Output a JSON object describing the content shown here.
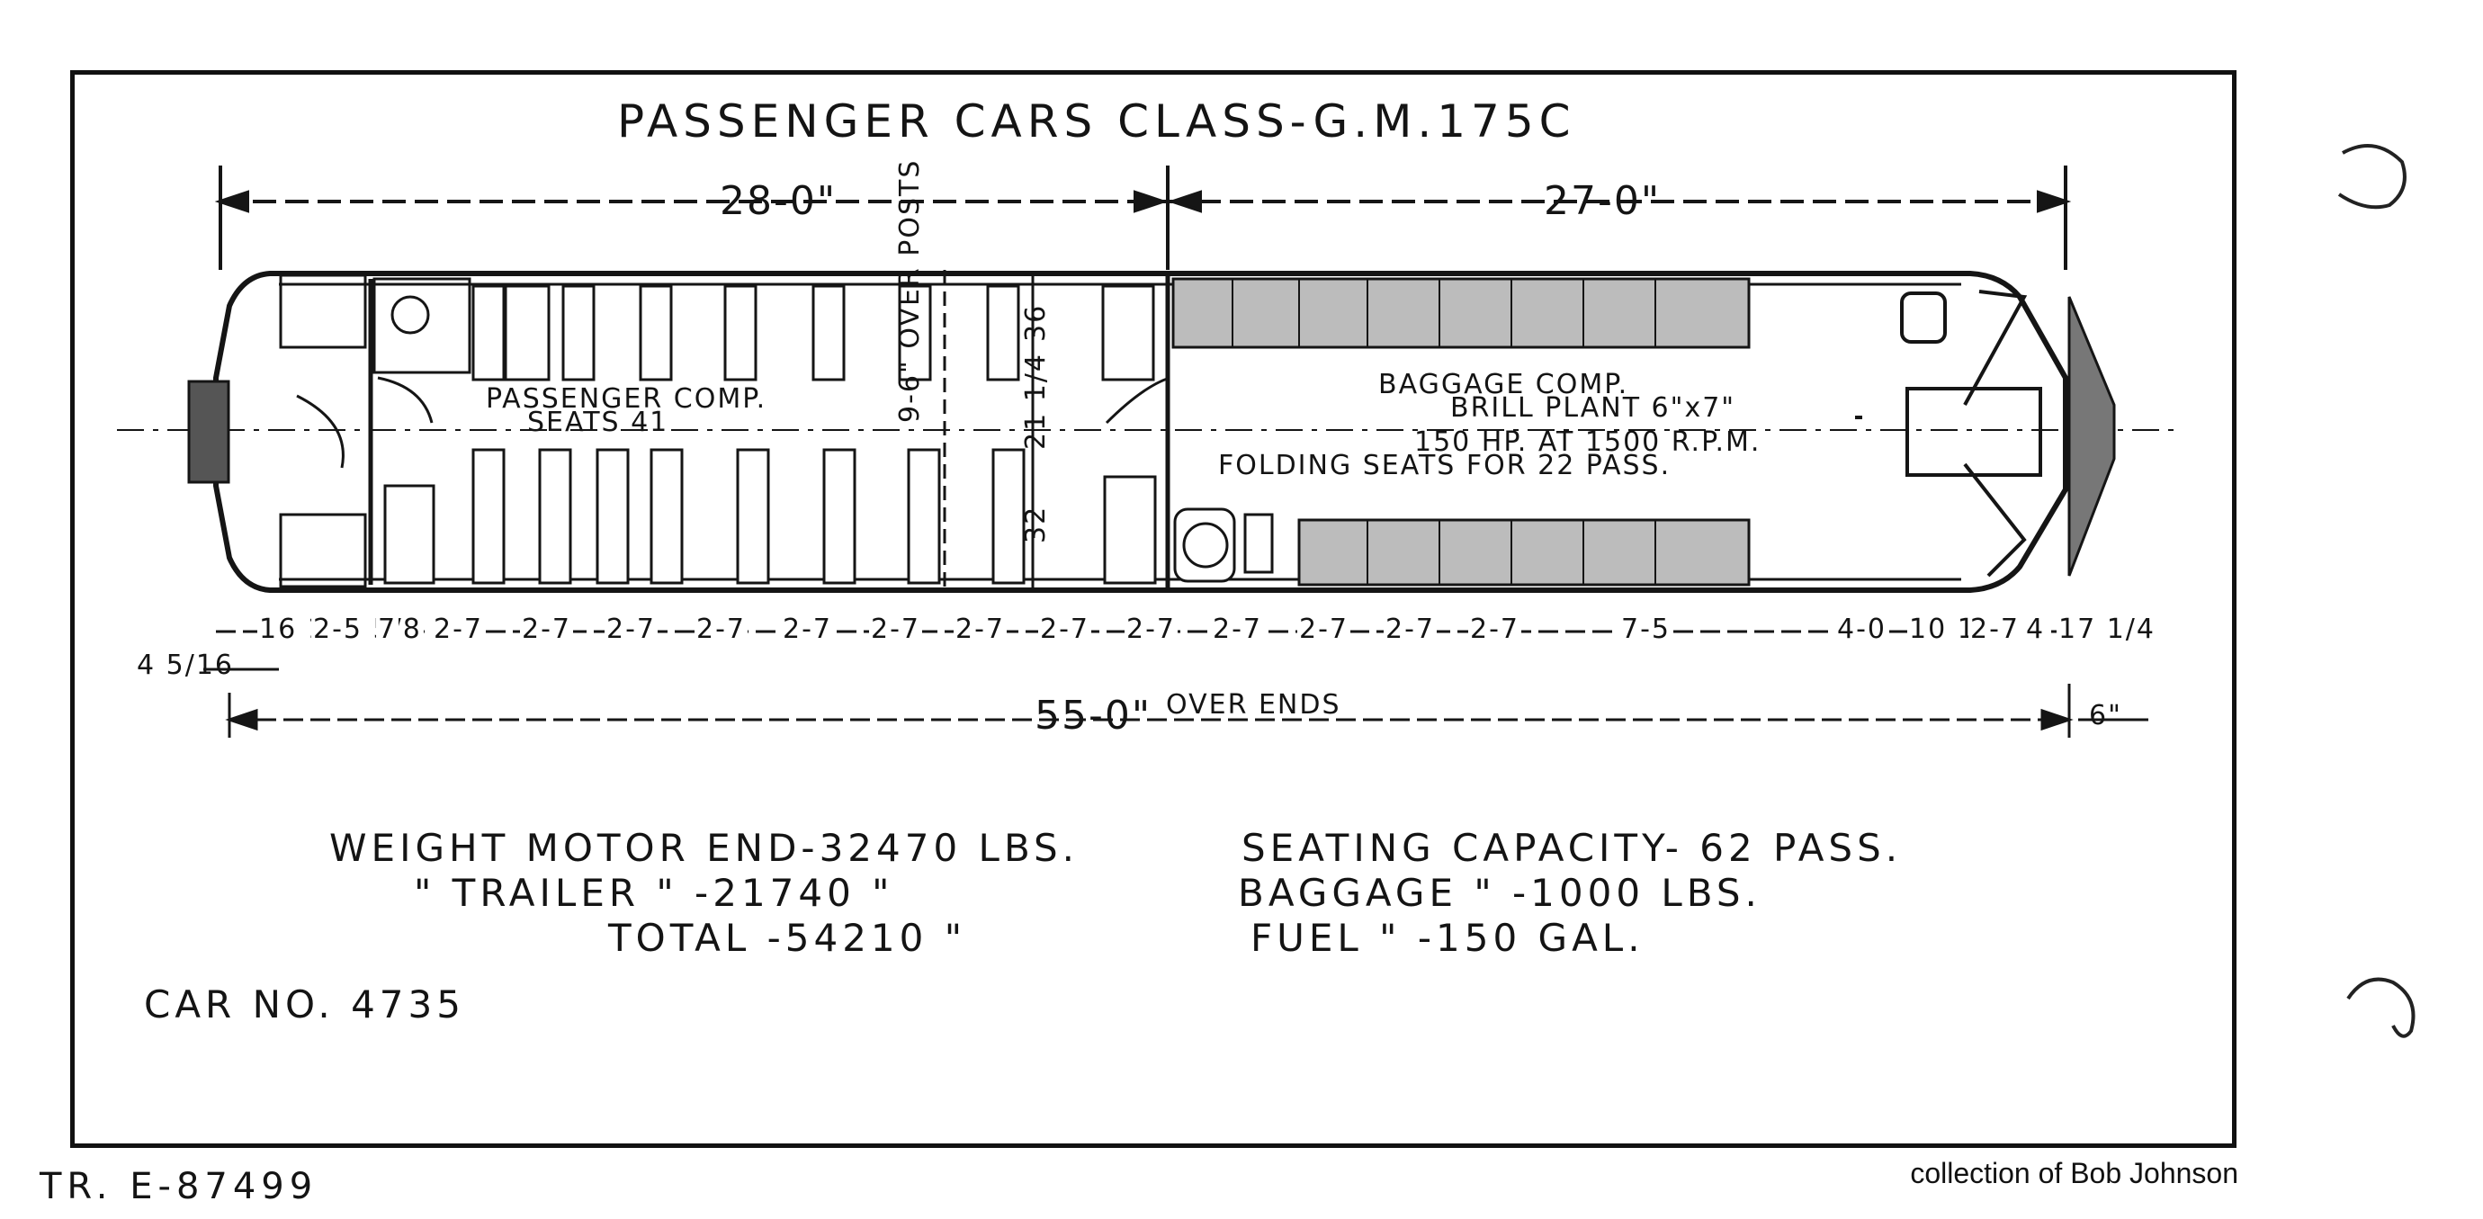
{
  "title": "PASSENGER CARS CLASS-G.M.175C",
  "dimensions": {
    "passenger_length": "28-0\"",
    "baggage_length": "27-0\"",
    "overall": "55-0\"",
    "overall_note": "OVER ENDS",
    "end_offset": "6\"",
    "left_offset": "4 5/16",
    "bottom_row": [
      "16 1/16",
      "2-5 5/8",
      "7",
      "2-7",
      "2-7",
      "2-7",
      "2-7",
      "2-7",
      "2-7",
      "2-7",
      "2-7",
      "2-7",
      "2-7",
      "2-7",
      "2-7",
      "2-7",
      "7-5",
      "4-0",
      "10 1/4",
      "2-7",
      "4",
      "17 1/4"
    ],
    "aisle_36": "36",
    "aisle_21": "21 1/4",
    "aisle_32": "32",
    "over_posts": "9-6\" OVER POSTS"
  },
  "compartments": {
    "passenger_line1": "PASSENGER COMP.",
    "passenger_line2": "SEATS 41",
    "baggage_line1": "BAGGAGE COMP.",
    "baggage_line2": "BRILL PLANT 6\"x7\"",
    "baggage_line3": "150 HP. AT 1500 R.P.M.",
    "baggage_line4": "FOLDING SEATS FOR 22 PASS."
  },
  "specs": {
    "weight_motor": "WEIGHT MOTOR END-32470 LBS.",
    "weight_trailer": "\" TRAILER \" -21740 \"",
    "weight_total": "TOTAL -54210 \"",
    "seating": "SEATING CAPACITY- 62 PASS.",
    "baggage": "BAGGAGE \" -1000 LBS.",
    "fuel": "FUEL \" -150 GAL."
  },
  "car_no": "CAR NO. 4735",
  "tr_no": "TR. E-87499",
  "credit": "collection of Bob Johnson"
}
